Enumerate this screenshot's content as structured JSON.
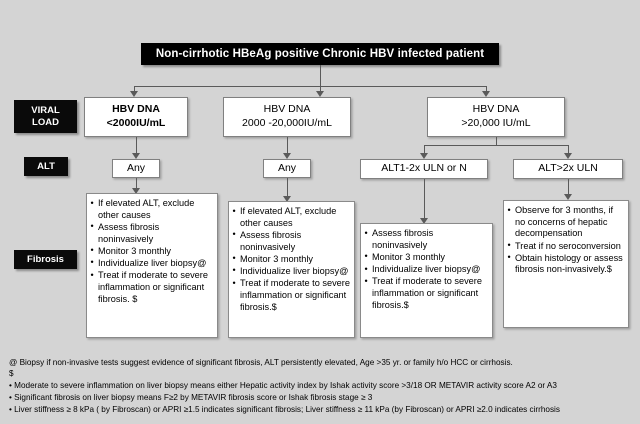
{
  "title": "Non-cirrhotic HBeAg positive Chronic HBV infected patient",
  "side_labels": {
    "viral_load": "VIRAL\nLOAD",
    "viral_load_line1": "VIRAL",
    "viral_load_line2": "LOAD",
    "alt": "ALT",
    "fibrosis": "Fibrosis"
  },
  "viral_load_nodes": [
    {
      "line1": "HBV DNA",
      "line2": "<2000IU/mL",
      "bold": true
    },
    {
      "line1": "HBV DNA",
      "line2": "2000 -20,000IU/mL",
      "bold": false
    },
    {
      "line1": "HBV DNA",
      "line2": ">20,000 IU/mL",
      "bold": false
    }
  ],
  "alt_nodes": [
    {
      "label": "Any"
    },
    {
      "label": "Any"
    },
    {
      "label": "ALT1-2x ULN or N"
    },
    {
      "label": "ALT>2x ULN"
    }
  ],
  "fibrosis_boxes": [
    {
      "bullets": [
        "If elevated ALT, exclude other  causes",
        "Assess fibrosis noninvasively",
        "Monitor 3 monthly",
        "Individualize liver biopsy@",
        "Treat if moderate to severe inflammation or significant fibrosis. $"
      ]
    },
    {
      "bullets": [
        "If elevated ALT, exclude other causes",
        "Assess fibrosis noninvasively",
        "Monitor 3 monthly",
        "Individualize liver biopsy@",
        "Treat if moderate to severe inflammation or significant fibrosis.$"
      ]
    },
    {
      "bullets": [
        "Assess fibrosis noninvasively",
        "Monitor 3 monthly",
        "Individualize liver biopsy@",
        "Treat if moderate to severe inflammation or significant fibrosis.$"
      ]
    },
    {
      "bullets": [
        "Observe for 3 months, if no concerns of hepatic decompensation",
        "Treat  if no seroconversion",
        "Obtain histology or assess fibrosis non-invasively.$"
      ]
    }
  ],
  "footnotes": [
    "@ Biopsy if  non-invasive tests suggest evidence of significant fibrosis, ALT persistently elevated, Age >35  yr. or   family h/o HCC or cirrhosis.",
    "$",
    "• Moderate to severe inflammation on liver biopsy means either Hepatic activity index by Ishak activity score >3/18 OR METAVIR activity score A2 or A3",
    "• Significant fibrosis on liver biopsy means F≥2 by METAVIR fibrosis score or  Ishak fibrosis stage ≥ 3",
    "• Liver stiffness ≥ 8 kPa ( by Fibroscan) or APRI ≥1.5 indicates significant fibrosis; Liver stiffness ≥ 11 kPa (by Fibroscan) or APRI ≥2.0 indicates cirrhosis"
  ],
  "colors": {
    "background": "#d4d4d4",
    "header_bg": "#000000",
    "header_text": "#ffffff",
    "node_bg": "#ffffff",
    "node_border": "#808080",
    "connector": "#5a5a5a"
  }
}
